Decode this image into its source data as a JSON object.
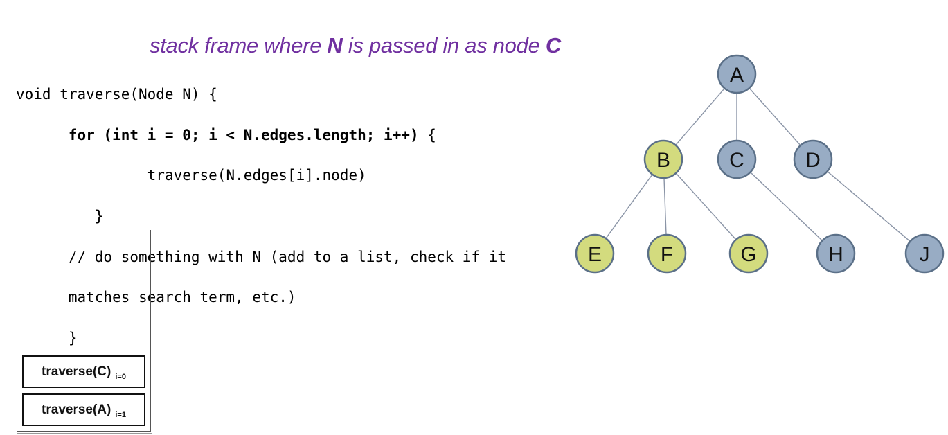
{
  "heading": {
    "prefix": "stack frame where ",
    "var": "N",
    "middle": " is passed in as node ",
    "node": "C"
  },
  "code": {
    "line1": "void traverse(Node N) {",
    "line2_bold": "for (int i = 0; i < N.edges.length; i++)",
    "line2_rest": " {",
    "line3": "traverse(N.edges[i].node)",
    "line4": "}",
    "line5": "// do something with N (add to a list, check if it",
    "line6": "matches search term, etc.)",
    "line7": "}"
  },
  "stack": {
    "frames": [
      {
        "fn": "traverse(C)",
        "sub": "i=0"
      },
      {
        "fn": "traverse(A)",
        "sub": "i=1"
      }
    ]
  },
  "tree": {
    "colors": {
      "visited": "#d3db7e",
      "unvisited": "#98acc4",
      "stroke": "#5b7088",
      "edge": "#8a94a6"
    },
    "nodes": [
      {
        "id": "A",
        "label": "A",
        "state": "unvisited"
      },
      {
        "id": "B",
        "label": "B",
        "state": "visited"
      },
      {
        "id": "C",
        "label": "C",
        "state": "unvisited"
      },
      {
        "id": "D",
        "label": "D",
        "state": "unvisited"
      },
      {
        "id": "E",
        "label": "E",
        "state": "visited"
      },
      {
        "id": "F",
        "label": "F",
        "state": "visited"
      },
      {
        "id": "G",
        "label": "G",
        "state": "visited"
      },
      {
        "id": "H",
        "label": "H",
        "state": "unvisited"
      },
      {
        "id": "J",
        "label": "J",
        "state": "unvisited"
      }
    ],
    "edges": [
      [
        "A",
        "B"
      ],
      [
        "A",
        "C"
      ],
      [
        "A",
        "D"
      ],
      [
        "B",
        "E"
      ],
      [
        "B",
        "F"
      ],
      [
        "B",
        "G"
      ],
      [
        "C",
        "H"
      ],
      [
        "D",
        "J"
      ]
    ]
  }
}
